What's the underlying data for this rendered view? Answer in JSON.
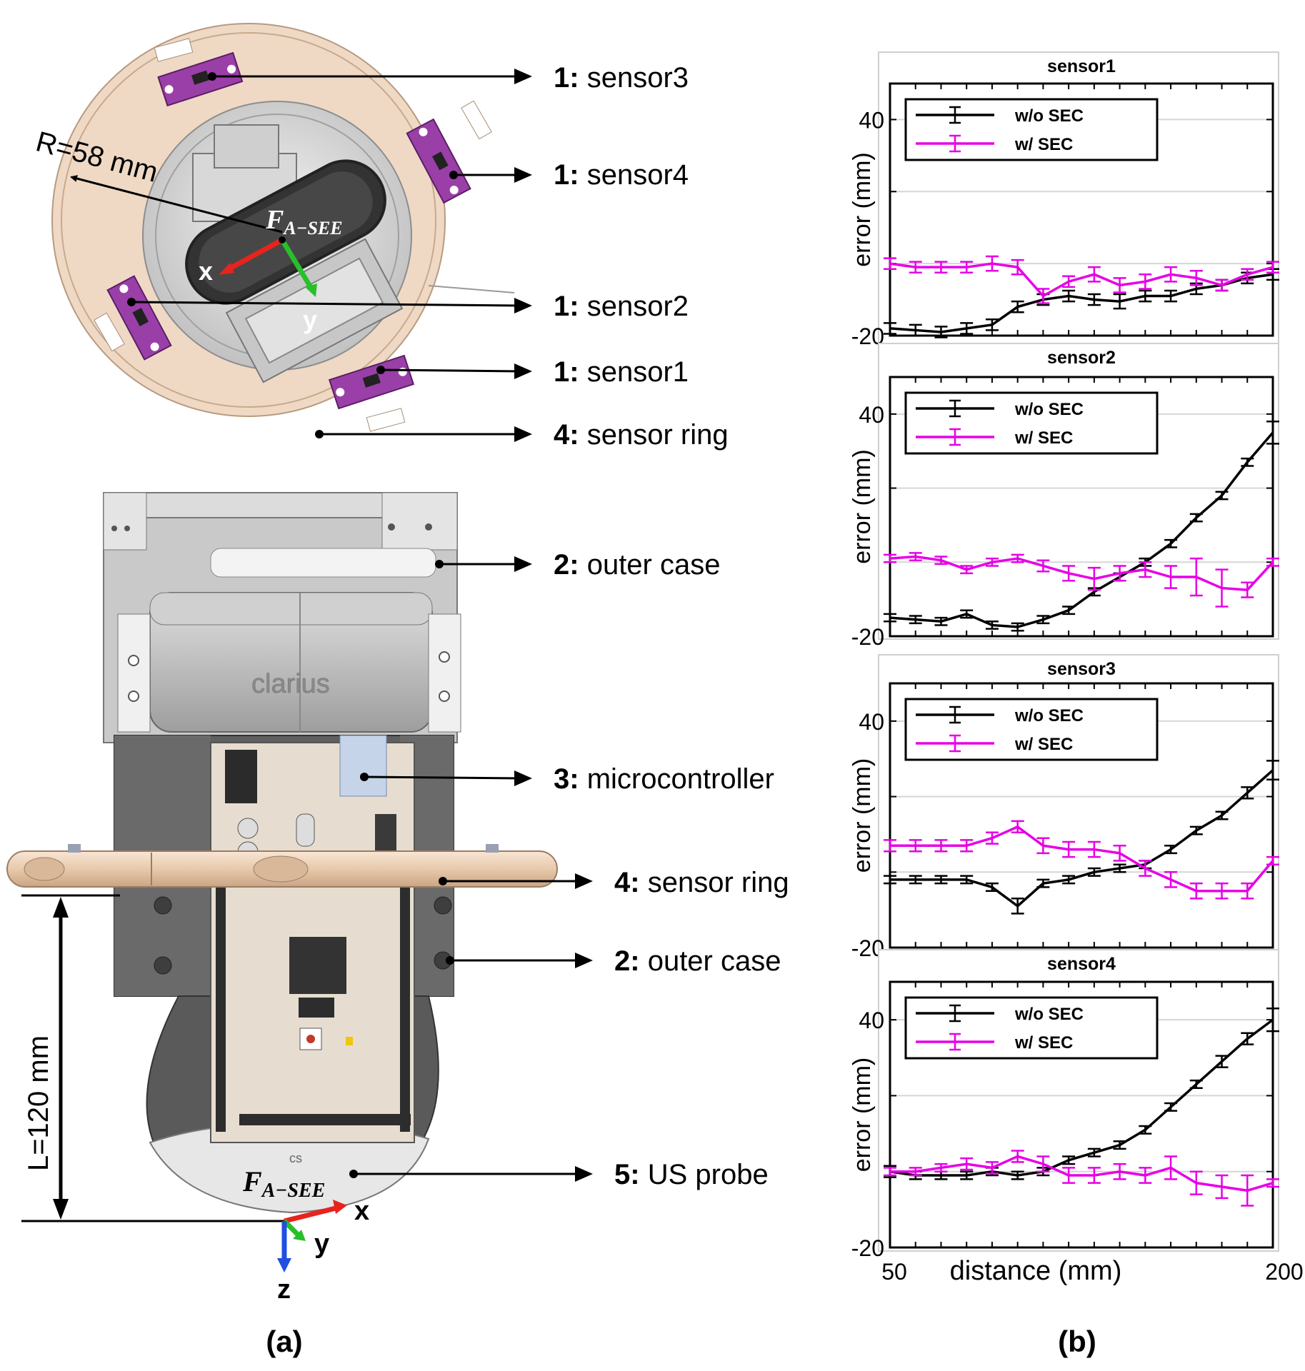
{
  "figure": {
    "panel_a": "(a)",
    "panel_b": "(b)"
  },
  "top_view": {
    "radius_label": "R=58 mm",
    "frame_label": "F",
    "frame_sub": "A−SEE",
    "x_axis": "x",
    "y_axis": "y"
  },
  "side_view": {
    "brand": "clarius",
    "length_label": "L=120 mm",
    "frame_label": "F",
    "frame_sub": "A−SEE",
    "x_axis": "x",
    "y_axis": "y",
    "z_axis": "z",
    "probe_mark": "cs"
  },
  "callouts": [
    {
      "num": "1:",
      "text": "sensor3"
    },
    {
      "num": "1:",
      "text": "sensor4"
    },
    {
      "num": "1:",
      "text": "sensor2"
    },
    {
      "num": "1:",
      "text": "sensor1"
    },
    {
      "num": "4:",
      "text": "sensor ring"
    },
    {
      "num": "2:",
      "text": "outer case"
    },
    {
      "num": "3:",
      "text": "microcontroller"
    },
    {
      "num": "4:",
      "text": "sensor ring"
    },
    {
      "num": "2:",
      "text": "outer case"
    },
    {
      "num": "5:",
      "text": "US probe"
    }
  ],
  "colors": {
    "without_sec": "#000000",
    "with_sec": "#e600e6",
    "axis_x": "#e8231d",
    "axis_y": "#27c02a",
    "axis_z": "#1f4fe0",
    "ring": "#efd9c5",
    "sensor": "#9a3fa8"
  },
  "chart_data": [
    {
      "type": "line",
      "title": "sensor1",
      "ylabel": "error (mm)",
      "xlabel": "distance (mm)",
      "xlim": [
        50,
        200
      ],
      "ylim": [
        -20,
        50
      ],
      "yticks": [
        "40",
        "-20"
      ],
      "xticks": [
        "50",
        "200"
      ],
      "grid": true,
      "legend": "top-left",
      "x": [
        50,
        60,
        70,
        80,
        90,
        100,
        110,
        120,
        130,
        140,
        150,
        160,
        170,
        180,
        190,
        200
      ],
      "series": [
        {
          "name": "w/o SEC",
          "values": [
            -18,
            -18.5,
            -19,
            -18,
            -17,
            -12,
            -10,
            -9,
            -10,
            -10.5,
            -9,
            -9,
            -7,
            -6,
            -4,
            -3
          ],
          "err": [
            1.5,
            1.5,
            1.5,
            1.5,
            1.5,
            1.5,
            1.5,
            1.5,
            1.5,
            2,
            1.5,
            1.5,
            1.5,
            1.5,
            1.5,
            1.5
          ]
        },
        {
          "name": "w/ SEC",
          "values": [
            0,
            -1,
            -1,
            -1,
            0,
            -1,
            -9,
            -5,
            -3,
            -6,
            -5,
            -3,
            -4,
            -6,
            -3,
            -1
          ],
          "err": [
            1.5,
            1.5,
            1.5,
            1.5,
            2,
            2,
            2,
            1.5,
            2,
            2,
            2,
            2,
            2,
            1.5,
            1.5,
            1.5
          ]
        }
      ]
    },
    {
      "type": "line",
      "title": "sensor2",
      "ylabel": "error (mm)",
      "xlabel": "distance (mm)",
      "xlim": [
        50,
        200
      ],
      "ylim": [
        -20,
        50
      ],
      "yticks": [
        "40",
        "-20"
      ],
      "xticks": [
        "50",
        "200"
      ],
      "grid": true,
      "legend": "top-left",
      "x": [
        50,
        60,
        70,
        80,
        90,
        100,
        110,
        120,
        130,
        140,
        150,
        160,
        170,
        180,
        190,
        200
      ],
      "series": [
        {
          "name": "w/o SEC",
          "values": [
            -15,
            -15.5,
            -16,
            -14,
            -17,
            -17.5,
            -15.5,
            -13,
            -8,
            -4,
            0,
            5,
            12,
            18,
            27,
            35
          ],
          "err": [
            1,
            1,
            1,
            1,
            1,
            1,
            1,
            1,
            1,
            1,
            1,
            1,
            1,
            1,
            1,
            3
          ]
        },
        {
          "name": "w/ SEC",
          "values": [
            1,
            1.5,
            0.5,
            -2,
            0,
            1,
            -1,
            -3,
            -4.5,
            -3,
            -2,
            -4,
            -4,
            -7,
            -7.5,
            0
          ],
          "err": [
            1,
            1,
            1,
            1,
            1,
            1,
            1.5,
            2,
            3,
            2,
            2,
            3,
            5,
            5,
            2,
            1
          ]
        }
      ]
    },
    {
      "type": "line",
      "title": "sensor3",
      "ylabel": "error (mm)",
      "xlabel": "distance (mm)",
      "xlim": [
        50,
        200
      ],
      "ylim": [
        -20,
        50
      ],
      "yticks": [
        "40",
        "-20"
      ],
      "xticks": [
        "50",
        "200"
      ],
      "grid": true,
      "legend": "top-left",
      "x": [
        50,
        60,
        70,
        80,
        90,
        100,
        110,
        120,
        130,
        140,
        150,
        160,
        170,
        180,
        190,
        200
      ],
      "series": [
        {
          "name": "w/o SEC",
          "values": [
            -2,
            -2,
            -2,
            -2,
            -4,
            -9,
            -3,
            -2,
            0,
            1,
            2,
            6,
            11,
            15,
            21,
            27
          ],
          "err": [
            1,
            1,
            1,
            1,
            1,
            2,
            1,
            1,
            1,
            1,
            1,
            1,
            1,
            1,
            1.5,
            2.5
          ]
        },
        {
          "name": "w/ SEC",
          "values": [
            7,
            7,
            7,
            7,
            9,
            12,
            7,
            6,
            6,
            5,
            1,
            -2,
            -5,
            -5,
            -5,
            3
          ],
          "err": [
            1.5,
            1.5,
            1.5,
            1.5,
            1.5,
            1.5,
            2,
            2,
            2,
            2,
            2,
            2,
            2,
            2,
            2,
            1
          ]
        }
      ]
    },
    {
      "type": "line",
      "title": "sensor4",
      "ylabel": "error (mm)",
      "xlabel": "distance (mm)",
      "xlim": [
        50,
        200
      ],
      "ylim": [
        -20,
        50
      ],
      "yticks": [
        "40",
        "-20"
      ],
      "xticks": [
        "50",
        "200"
      ],
      "grid": true,
      "legend": "top-left",
      "x": [
        50,
        60,
        70,
        80,
        90,
        100,
        110,
        120,
        130,
        140,
        150,
        160,
        170,
        180,
        190,
        200
      ],
      "series": [
        {
          "name": "w/o SEC",
          "values": [
            0,
            -1,
            -1,
            -1,
            0,
            -1,
            0,
            3,
            5,
            7,
            11,
            17,
            23,
            29,
            35,
            40
          ],
          "err": [
            1.5,
            1,
            1,
            1,
            1,
            1,
            1,
            1,
            1,
            1,
            1,
            1,
            1,
            1.5,
            1.5,
            3
          ]
        },
        {
          "name": "w/ SEC",
          "values": [
            0,
            0,
            1,
            2,
            1,
            4,
            2,
            -1,
            -1,
            0,
            -1,
            1,
            -3,
            -4,
            -5,
            -3
          ],
          "err": [
            1,
            1,
            1,
            1.5,
            1.5,
            1.5,
            2,
            2,
            2,
            2,
            2,
            3,
            3,
            3,
            4,
            1
          ]
        }
      ]
    }
  ]
}
